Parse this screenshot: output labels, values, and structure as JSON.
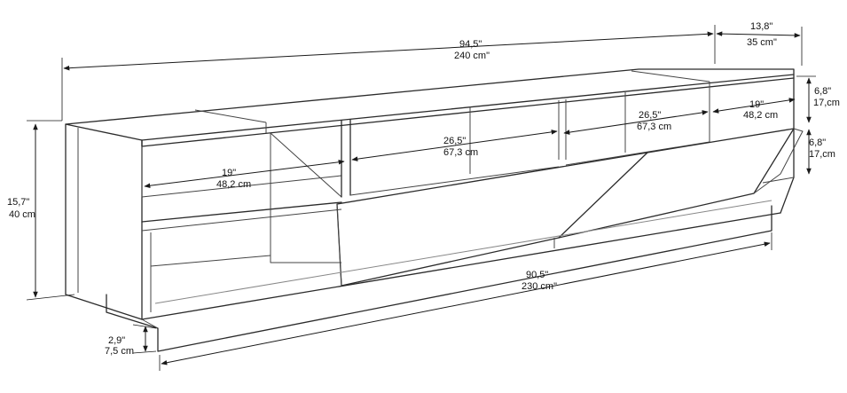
{
  "dimensions": {
    "total_width": {
      "in": "94,5\"",
      "cm": "240 cm\""
    },
    "depth_top": {
      "in": "13,8\"",
      "cm": "35 cm\""
    },
    "total_height": {
      "in": "15,7\"",
      "cm": "40 cm"
    },
    "right_upper_height": {
      "in": "6,8\"",
      "cm": "17,cm"
    },
    "right_lower_height": {
      "in": "6,8\"",
      "cm": "17,cm"
    },
    "right_niche_width": {
      "in": "19\"",
      "cm": "48,2 cm"
    },
    "left_niche_width": {
      "in": "19\"",
      "cm": "48,2 cm"
    },
    "middle_niche_width": {
      "in": "26,5\"",
      "cm": "67,3 cm"
    },
    "right_middle_niche_width": {
      "in": "26,5\"",
      "cm": "67,3 cm"
    },
    "base_width": {
      "in": "90,5\"",
      "cm": "230 cm\""
    },
    "plinth_height": {
      "in": "2,9\"",
      "cm": "7,5 cm"
    }
  }
}
